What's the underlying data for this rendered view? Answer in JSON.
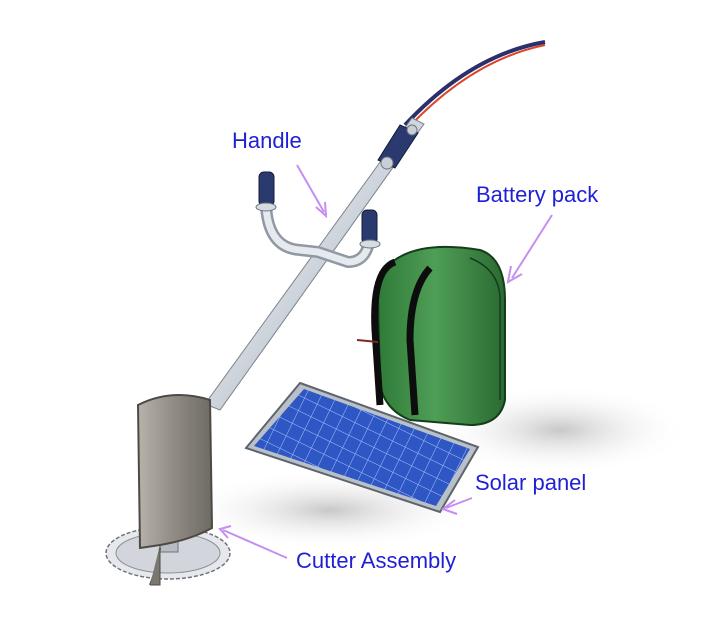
{
  "labels": {
    "handle": "Handle",
    "battery_pack": "Battery pack",
    "solar_panel": "Solar panel",
    "cutter_assembly": "Cutter Assembly"
  },
  "colors": {
    "label_text": "#1f1fd6",
    "leader_arrow": "#c58ef0",
    "battery_body": "#3e8a46",
    "battery_dark": "#1f5a27",
    "solar_cell": "#2f57c4",
    "shaft": "#dde2e8",
    "cutter_shield": "#9a958e",
    "grip": "#2a3a6e"
  }
}
